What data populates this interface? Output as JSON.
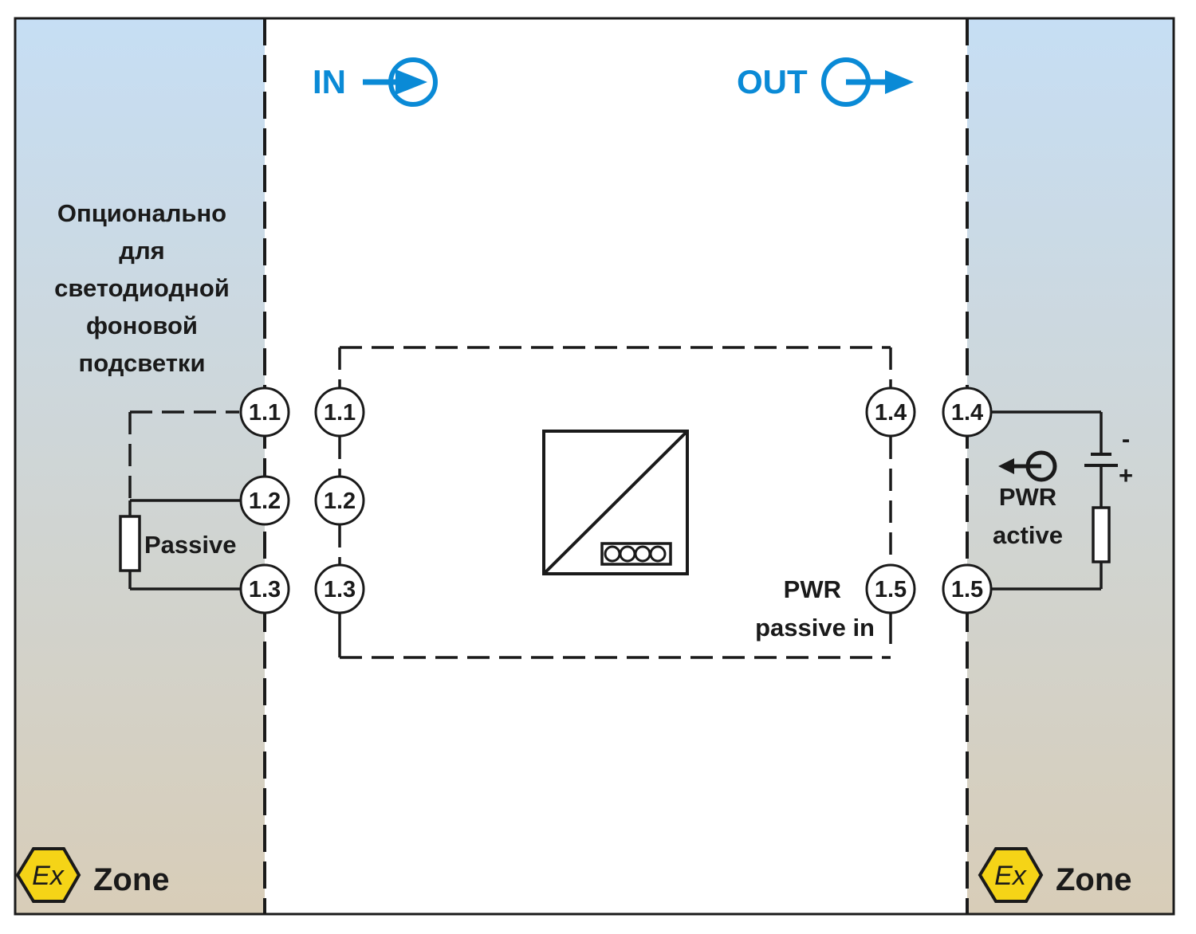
{
  "header": {
    "in_label": "IN",
    "out_label": "OUT"
  },
  "left_note": {
    "lines": [
      "Опционально",
      "для",
      "светодиодной",
      "фоновой",
      "подсветки"
    ]
  },
  "left_load_label": "Passive",
  "right_source": {
    "line1": "PWR",
    "line2": "active",
    "minus": "-",
    "plus": "+"
  },
  "device": {
    "pwr_line1": "PWR",
    "pwr_line2": "passive in"
  },
  "terminals": {
    "left_outer": [
      "1.1",
      "1.2",
      "1.3"
    ],
    "left_inner": [
      "1.1",
      "1.2",
      "1.3"
    ],
    "right_inner": [
      "1.4",
      "1.5"
    ],
    "right_outer": [
      "1.4",
      "1.5"
    ]
  },
  "zones": {
    "left": {
      "symbol": "Ex",
      "label": "Zone"
    },
    "right": {
      "symbol": "Ex",
      "label": "Zone"
    }
  },
  "colors": {
    "accent_blue": "#0a8ad6",
    "zone_top": "#c6def4",
    "zone_bottom": "#d8cdb8",
    "ex_yellow": "#f5d417",
    "line": "#1a1a1a"
  }
}
